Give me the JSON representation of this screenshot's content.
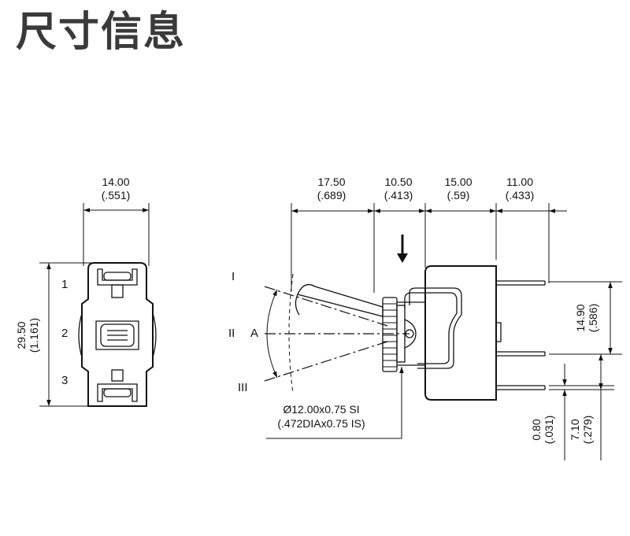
{
  "page_title": "尺寸信息",
  "front_view": {
    "width_mm": "14.00",
    "width_in": "(.551)",
    "height_mm": "29.50",
    "height_in": "(1.161)",
    "terminals": [
      "1",
      "2",
      "3"
    ]
  },
  "side_view": {
    "dims_top": [
      {
        "mm": "17.50",
        "in": "(.689)"
      },
      {
        "mm": "10.50",
        "in": "(.413)"
      },
      {
        "mm": "15.00",
        "in": "(.59)"
      },
      {
        "mm": "11.00",
        "in": "(.433)"
      }
    ],
    "positions": [
      "I",
      "II",
      "III"
    ],
    "angle_label": "A",
    "thread_mm": "Ø12.00x0.75 SI",
    "thread_in": "(.472DIAx0.75 IS)",
    "dim_right_mm": "14.90",
    "dim_right_in": "(.586)",
    "dim_bottom_a_mm": "0.80",
    "dim_bottom_a_in": "(.031)",
    "dim_bottom_b_mm": "7.10",
    "dim_bottom_b_in": "(.279)"
  }
}
